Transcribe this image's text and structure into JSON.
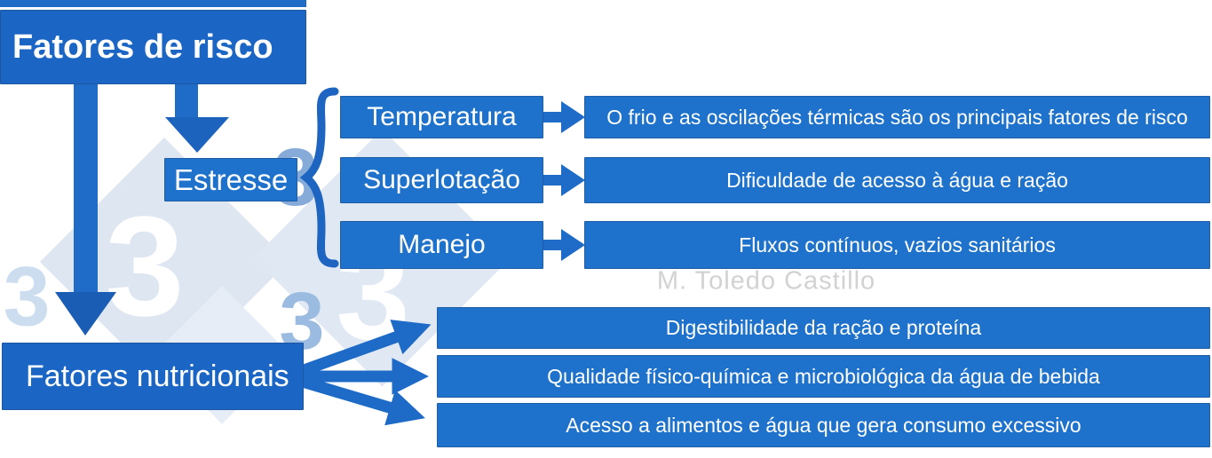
{
  "title_box": {
    "label": "Fatores de risco"
  },
  "stress": {
    "label": "Estresse",
    "rows": [
      {
        "label": "Temperatura",
        "description": "O frio e as oscilações térmicas são os principais fatores de risco"
      },
      {
        "label": "Superlotação",
        "description": "Dificuldade de acesso à água e ração"
      },
      {
        "label": "Manejo",
        "description": "Fluxos contínuos, vazios sanitários"
      }
    ]
  },
  "nutrition": {
    "label": "Fatores nutricionais",
    "rows": [
      {
        "description": "Digestibilidade da ração e proteína"
      },
      {
        "description": "Qualidade físico-química e microbiológica da água de bebida"
      },
      {
        "description": "Acesso a alimentos e água que gera consumo excessivo"
      }
    ]
  },
  "watermark": {
    "credit": "M. Toledo Castillo",
    "logo_digit": "3"
  },
  "colors": {
    "primary_blue": "#1e6cc7",
    "box_blue": "#1b65c5",
    "bar_blue": "#1e72cb",
    "arrowhead_dark": "#1a5db4",
    "diamond_light": "#dde6f1",
    "credit_gray": "#d2d2d2"
  }
}
